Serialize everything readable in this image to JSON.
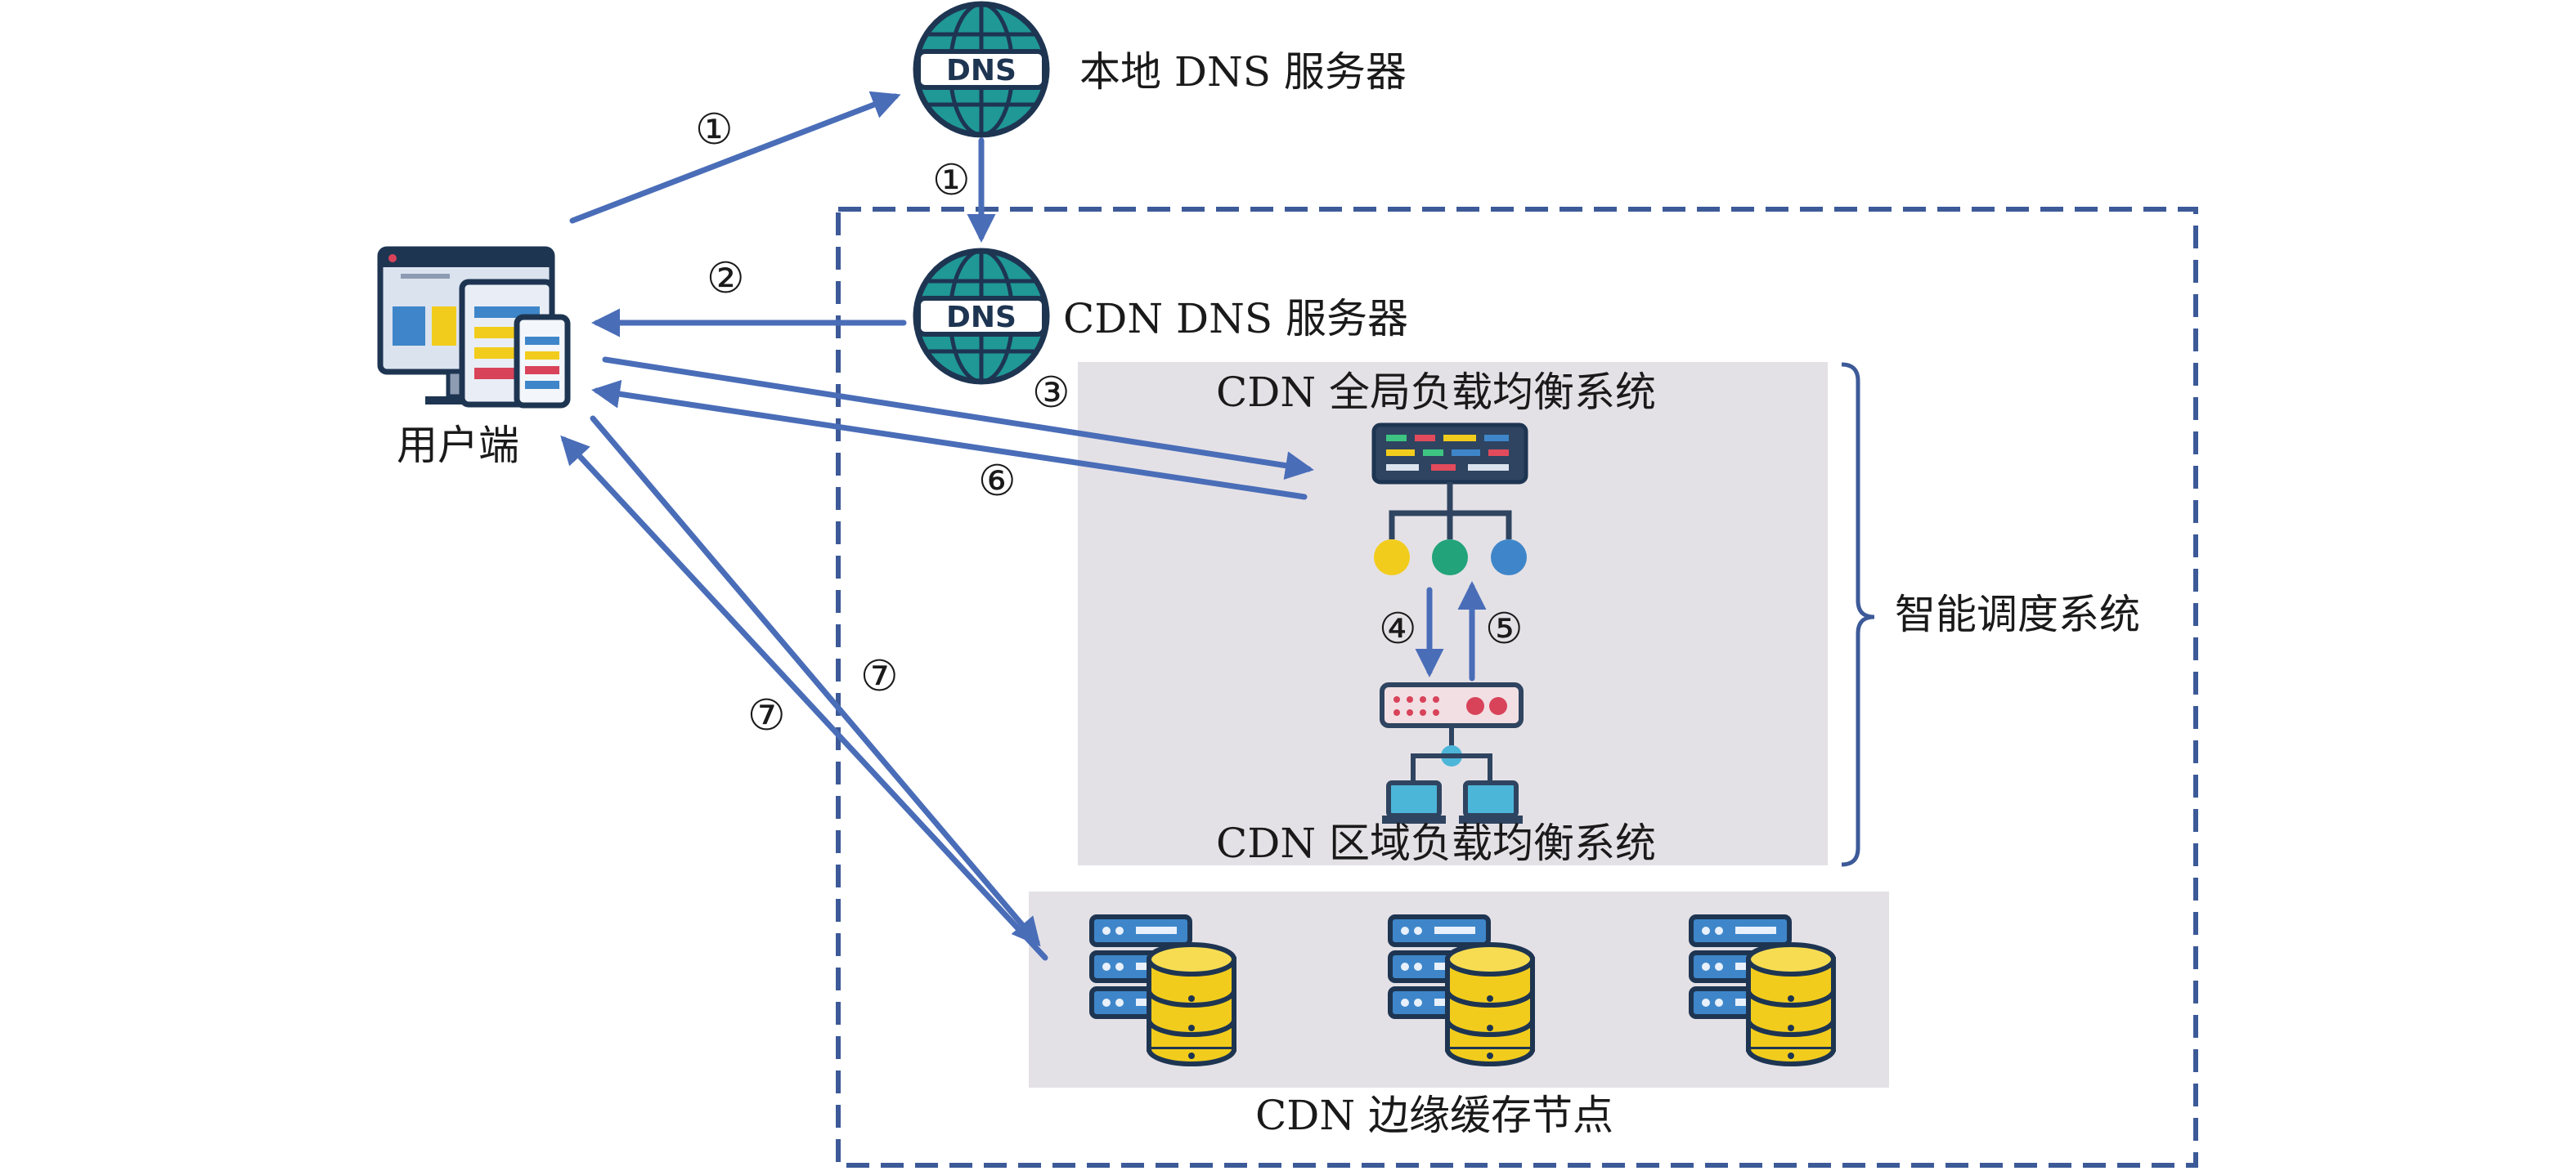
{
  "colors": {
    "arrow": "#4a6db8",
    "dashed_border": "#3d5a98",
    "panel_bg": "#e4e1e6",
    "dns_globe": "#1f9896",
    "database": "#f2cc1c",
    "server_rack": "#3e86c9"
  },
  "nodes": {
    "local_dns": "本地 DNS 服务器",
    "cdn_dns": "CDN DNS 服务器",
    "user": "用户端",
    "global_lb": "CDN 全局负载均衡系统",
    "regional_lb": "CDN 区域负载均衡系统",
    "smart_dispatch": "智能调度系统",
    "edge_cache": "CDN 边缘缓存节点"
  },
  "icons": {
    "dns_text": "DNS"
  },
  "steps": {
    "s1a": "①",
    "s1b": "①",
    "s2": "②",
    "s3": "③",
    "s4": "④",
    "s5": "⑤",
    "s6": "⑥",
    "s7a": "⑦",
    "s7b": "⑦"
  }
}
